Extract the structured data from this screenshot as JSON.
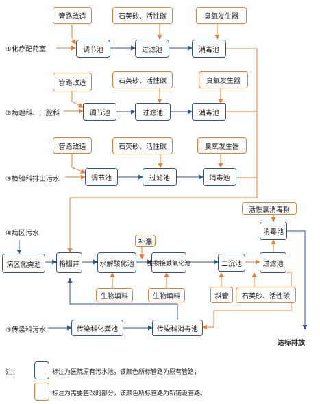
{
  "rows": {
    "r1": {
      "source": "①化疗配药室",
      "pipe": "管路改造",
      "media": "石英砂、活性碳",
      "ozone": "臭氧发生器",
      "reg": "调节池",
      "filter": "过滤池",
      "disinfect": "消毒池"
    },
    "r2": {
      "source": "②病理科、口腔科",
      "pipe": "管路改造",
      "media": "石英砂、活性碳",
      "ozone": "臭氧发生器",
      "reg": "调节池",
      "filter": "过滤池",
      "disinfect": "消毒池"
    },
    "r3": {
      "source": "③检验科排出污水",
      "pipe": "管路改造",
      "media": "石英砂、活性碳",
      "ozone": "臭氧发生器",
      "reg": "调节池",
      "filter": "过滤池",
      "disinfect": "消毒池"
    }
  },
  "ward": {
    "source": "④病区污水",
    "septic": "病区化粪池",
    "grid": "格栅井",
    "hydrolysis": "水解酸化池",
    "contact": "生物接触氧化池",
    "sedimentation": "二沉池",
    "filter": "过滤池",
    "disinfect": "消毒池",
    "chlorine": "活性氯消毒粉",
    "supplement": "补漏",
    "bio1": "生物填料",
    "bio2": "生物填料",
    "tube": "斜管",
    "media": "石英砂、活性碳",
    "discharge": "达标排放"
  },
  "infectious": {
    "source": "⑤传染科污水",
    "septic": "传染科化粪池",
    "disinfect": "传染科消毒池"
  },
  "legend": {
    "note_label": "注：",
    "blue_text": "标注为医院原有污水池，该颜色所标管路为原有管路；",
    "orange_text": "标注为需要整改的部分，该颜色所标管路为新铺设管路。"
  },
  "colors": {
    "existing": "#2f5597",
    "new": "#ed7d31"
  }
}
